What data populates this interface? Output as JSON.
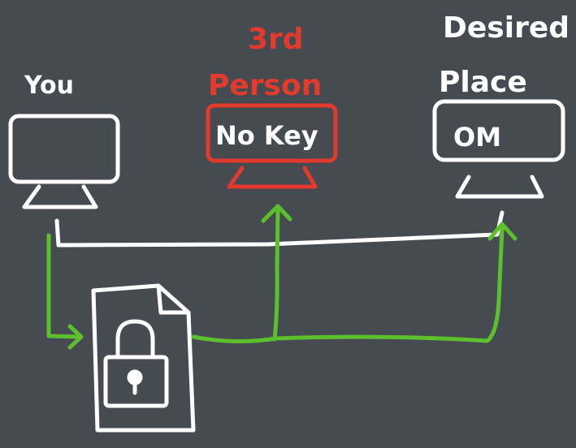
{
  "labels": {
    "you": "You",
    "third_top": "3rd",
    "third_bottom": "Person",
    "no_key": "No Key",
    "desired_top": "Desired",
    "desired_bottom": "Place",
    "desired_screen": "OM"
  },
  "colors": {
    "background": "#464a51",
    "white": "#ffffff",
    "red": "#e23b2e",
    "green": "#5cc02c"
  },
  "icons": {
    "monitor": "monitor-icon",
    "file": "file-icon",
    "lock": "padlock-icon"
  }
}
